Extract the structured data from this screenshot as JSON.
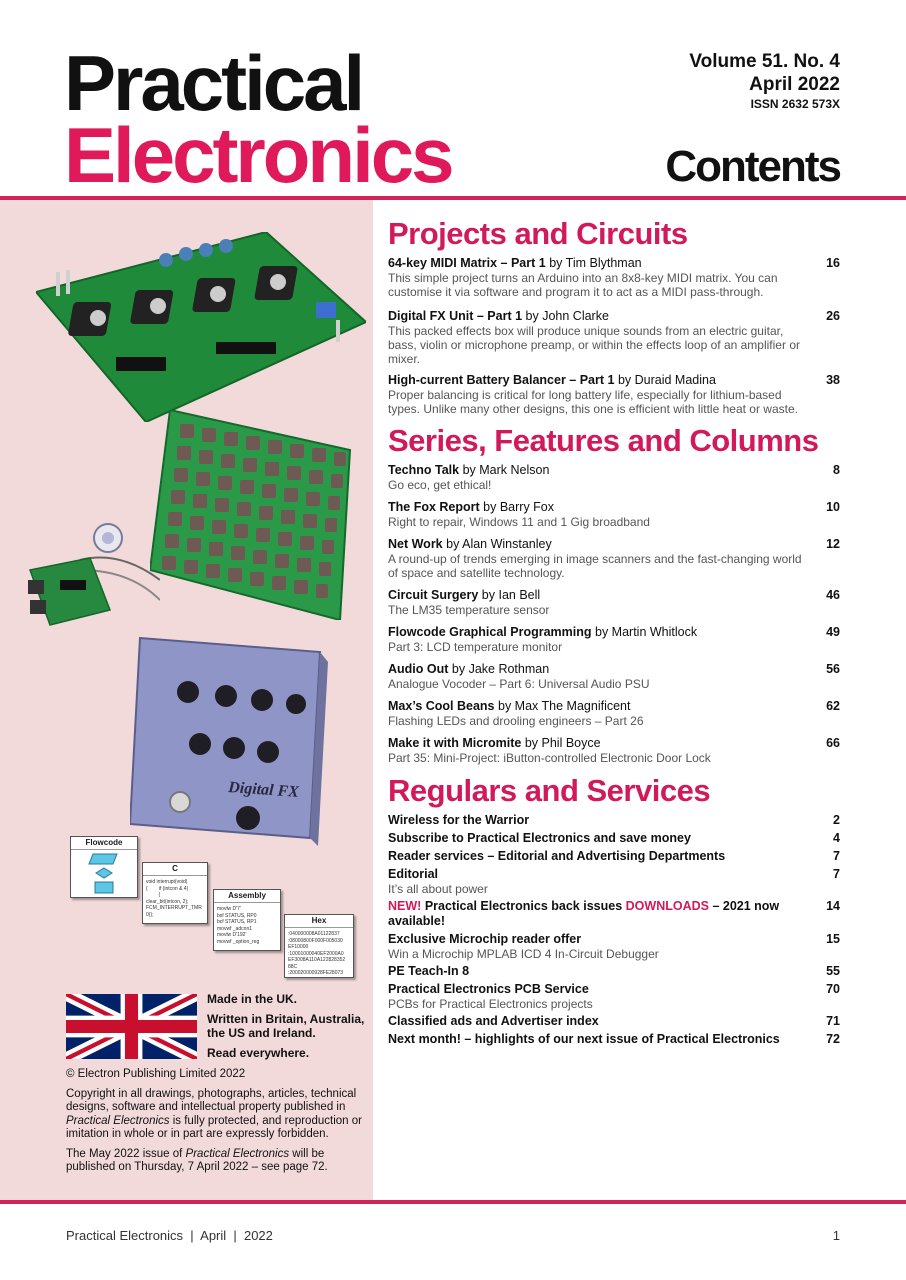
{
  "masthead": {
    "line1": "Practical",
    "line2": "Electronics",
    "volume": "Volume 51. No. 4",
    "date": "April 2022",
    "issn": "ISSN 2632 573X",
    "contents": "Contents"
  },
  "sections": [
    {
      "heading": "Projects and Circuits",
      "entries": [
        {
          "title": "64-key MIDI Matrix – Part 1",
          "author": "by Tim Blythman",
          "page": "16",
          "desc": "This simple project turns an Arduino into an 8x8-key MIDI matrix. You can customise it via software and program it to act as a MIDI pass-through."
        },
        {
          "title": "Digital FX Unit – Part 1",
          "author": "by John Clarke",
          "page": "26",
          "desc": "This packed effects box will produce unique sounds from an electric guitar, bass, violin or microphone preamp, or within the effects loop of an amplifier or mixer."
        },
        {
          "title": "High-current Battery Balancer – Part 1",
          "author": "by Duraid Madina",
          "page": "38",
          "desc": "Proper balancing is critical for long battery life, especially for lithium-based types. Unlike many other designs, this one is efficient with little heat or waste."
        }
      ]
    },
    {
      "heading": "Series, Features and Columns",
      "entries": [
        {
          "title": "Techno Talk",
          "author": "by Mark Nelson",
          "page": "8",
          "desc": "Go eco, get ethical!"
        },
        {
          "title": "The Fox Report",
          "author": "by Barry Fox",
          "page": "10",
          "desc": "Right to repair, Windows 11 and 1 Gig broadband"
        },
        {
          "title": "Net Work",
          "author": "by Alan Winstanley",
          "page": "12",
          "desc": "A round-up of trends emerging in image scanners and the fast-changing world of space and satellite technology."
        },
        {
          "title": "Circuit Surgery",
          "author": "by Ian Bell",
          "page": "46",
          "desc": "The LM35 temperature sensor"
        },
        {
          "title": "Flowcode Graphical Programming",
          "author": "by Martin Whitlock",
          "page": "49",
          "desc": "Part 3: LCD temperature monitor"
        },
        {
          "title": "Audio Out",
          "author": "by Jake Rothman",
          "page": "56",
          "desc": "Analogue Vocoder – Part 6: Universal Audio PSU"
        },
        {
          "title": "Max’s Cool Beans",
          "author": "by Max The Magnificent",
          "page": "62",
          "desc": "Flashing LEDs and drooling engineers – Part 26"
        },
        {
          "title": "Make it with Micromite",
          "author": "by Phil Boyce",
          "page": "66",
          "desc": "Part 35: Mini-Project: iButton-controlled Electronic Door Lock"
        }
      ]
    },
    {
      "heading": "Regulars and Services",
      "entries": [
        {
          "title": "Wireless for the Warrior",
          "author": "",
          "page": "2",
          "desc": ""
        },
        {
          "title": "Subscribe to Practical Electronics and save money",
          "author": "",
          "page": "4",
          "desc": ""
        },
        {
          "title": "Reader services – Editorial and Advertising Departments",
          "author": "",
          "page": "7",
          "desc": ""
        },
        {
          "title": "Editorial",
          "author": "",
          "page": "7",
          "desc": "It’s all about power"
        },
        {
          "title": "",
          "author": "",
          "page": "14",
          "desc": "",
          "special": {
            "new": "NEW!",
            "a": "Practical Electronics back issues",
            "downloads": "DOWNLOADS",
            "b": "– 2021 now available!"
          }
        },
        {
          "title": "Exclusive Microchip reader offer",
          "author": "",
          "page": "15",
          "desc": "Win a Microchip MPLAB ICD 4 In-Circuit Debugger"
        },
        {
          "title": "PE Teach-In 8",
          "author": "",
          "page": "55",
          "desc": ""
        },
        {
          "title": "Practical Electronics PCB Service",
          "author": "",
          "page": "70",
          "desc": "PCBs for Practical Electronics projects"
        },
        {
          "title": "Classified ads and Advertiser index",
          "author": "",
          "page": "71",
          "desc": ""
        },
        {
          "title": "Next month! – highlights of our next issue of Practical Electronics",
          "author": "",
          "page": "72",
          "desc": ""
        }
      ]
    }
  ],
  "flowchart": {
    "flowcode": "Flowcode",
    "c": "C",
    "c_code": "void interrupt(void)\n{        if (intcon & 4)\n         {\nclear_bit(intcon, 2);\nFCM_INTERRUPT_TMR\n0();",
    "assembly": "Assembly",
    "asm_code": "movlw D'7'\nbsf STATUS, RP0\nbcf STATUS, RP1\nmovwf _adcon1\nmovlw D'192'\nmovwf _option_reg",
    "hex": "Hex",
    "hex_code": ":040000008A01122837\n:08000800F000F005030\nEF10000\n:10001000040EF2000A0\nEF3008A110A122828352\n88C\n:200020000928FE28073"
  },
  "pedal_label": "Digital FX",
  "madein": {
    "line1": "Made in the UK.",
    "line2": "Written in Britain, Australia, the US and Ireland.",
    "line3": "Read everywhere."
  },
  "copyright": {
    "line": "© Electron Publishing Limited 2022",
    "p1a": "Copyright in all drawings, photographs, articles, technical designs, software and intellectual property published in ",
    "p1em": "Practical Electronics",
    "p1b": " is fully protected, and reproduction or imitation in whole or in part are expressly forbidden.",
    "p2a": "The May 2022 issue of ",
    "p2em": "Practical Electronics",
    "p2b": " will be published on Thursday, 7 April 2022 – see page 72."
  },
  "footer": {
    "left": "Practical Electronics  |  April  |  2022",
    "page": "1"
  },
  "colors": {
    "accent": "#d2195a",
    "panel": "#f2dada"
  }
}
